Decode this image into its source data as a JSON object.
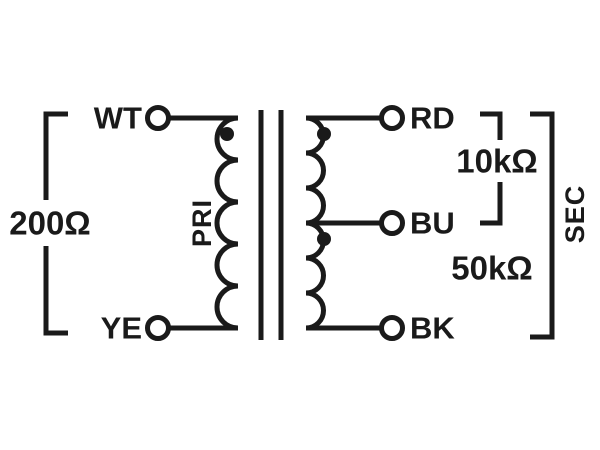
{
  "diagram": {
    "type": "transformer-wiring-schematic",
    "primary": {
      "label": "PRI",
      "impedance": "200Ω",
      "terminal_top": "WT",
      "terminal_bottom": "YE"
    },
    "secondary": {
      "label": "SEC",
      "terminal_top": "RD",
      "terminal_mid": "BU",
      "terminal_bottom": "BK",
      "impedance_tap": "10kΩ",
      "impedance_full": "50kΩ"
    },
    "colors": {
      "line": "#1a1a1a",
      "background": "#ffffff"
    }
  }
}
